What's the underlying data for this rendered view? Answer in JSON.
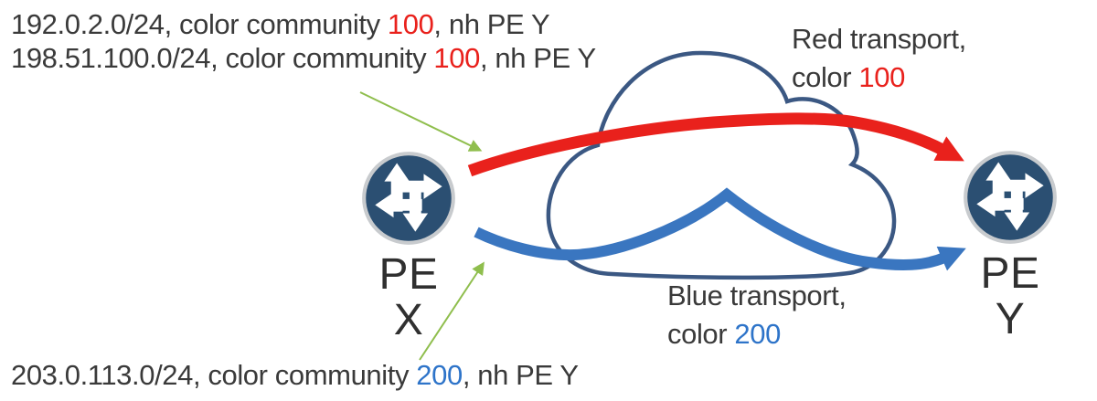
{
  "colors": {
    "text": "#3a3a3a",
    "red": "#e9211c",
    "blue_path": "#3a76c0",
    "blue_text": "#2e74c9",
    "green": "#8fbe4d",
    "cloud": "#3b5883",
    "router_fill": "#2b4f72",
    "router_ring": "#c8cbce",
    "arrow_white": "#ffffff",
    "label_dark": "#303030"
  },
  "routes": {
    "top": [
      {
        "prefix": "192.0.2.0/24, color community ",
        "value": "100",
        "suffix": ", nh PE Y"
      },
      {
        "prefix": "198.51.100.0/24, color community ",
        "value": "100",
        "suffix": ", nh PE Y"
      }
    ],
    "bottom": {
      "prefix": "203.0.113.0/24, color community ",
      "value": "200",
      "suffix": ", nh PE Y"
    }
  },
  "transports": {
    "red": {
      "line1": "Red transport,",
      "line2_prefix": "color ",
      "line2_value": "100"
    },
    "blue": {
      "line1": "Blue transport,",
      "line2_prefix": "color ",
      "line2_value": "200"
    }
  },
  "routers": {
    "pe_x": "PE X",
    "pe_y": "PE Y"
  }
}
